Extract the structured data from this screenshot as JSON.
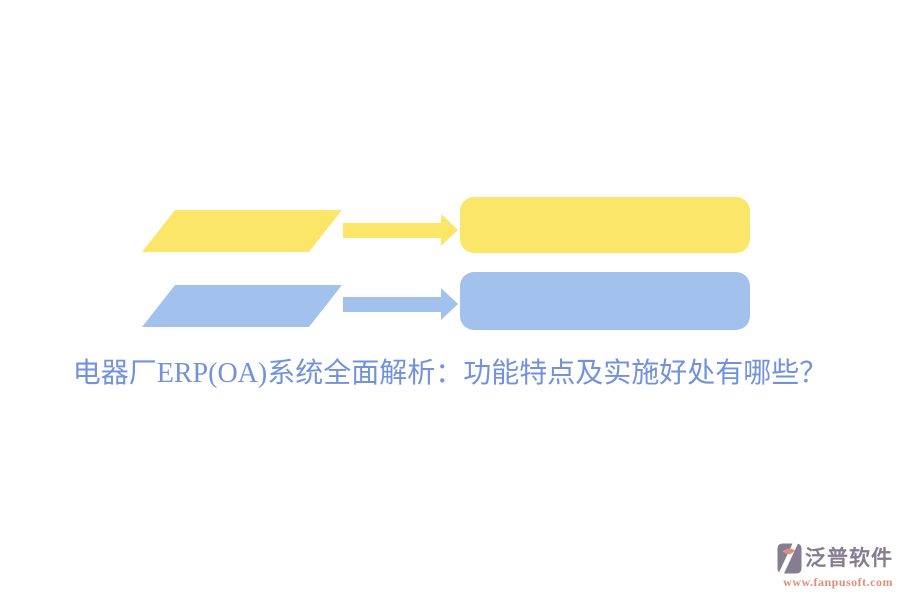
{
  "page": {
    "background": "#ffffff"
  },
  "title": {
    "text": "电器厂ERP(OA)系统全面解析：功能特点及实施好处有哪些？",
    "color": "#7292DC"
  },
  "diagram": {
    "rows": [
      {
        "name": "yellow-step",
        "color": "#FBE66A"
      },
      {
        "name": "blue-step",
        "color": "#A2C1EC"
      }
    ]
  },
  "watermark": {
    "brand": "泛普软件",
    "url": "www.fanpusoft.com",
    "brand_color": "#857D90",
    "url_color": "#DF8E7B",
    "logo_gray": "#857D90",
    "logo_salmon": "#DF8E7B",
    "logo_white": "#FFFFFF"
  }
}
